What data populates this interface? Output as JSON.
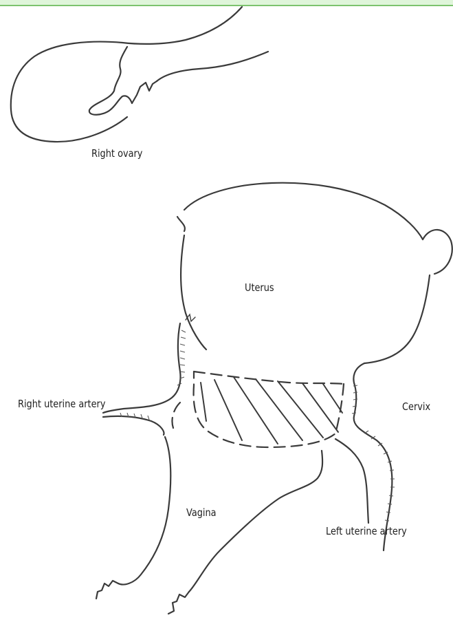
{
  "labels": {
    "right_ovary": "Right ovary",
    "uterus": "Uterus",
    "right_uterine_artery": "Right uterine artery",
    "cervix": "Cervix",
    "vagina": "Vagina",
    "left_uterine_artery": "Left uterine artery"
  }
}
